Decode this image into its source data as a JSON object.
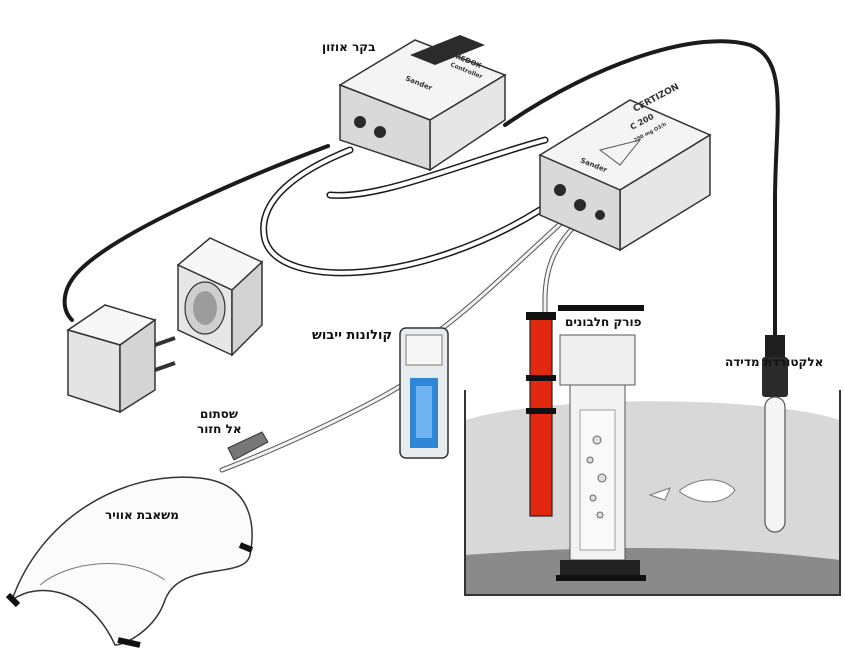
{
  "labels": {
    "ozone_controller": "בקר אוזון",
    "electrode": "אלקטורדת מדידה",
    "skimmer": "פורק חלבונים",
    "drying_column": "קולונות ייבוש",
    "check_valve_line1": "שסתום",
    "check_valve_line2": "אל חזור",
    "air_pump": "משאבת אוויר"
  },
  "device_text": {
    "redox_brand": "REDOX",
    "redox_sub": "Controller",
    "sander": "Sander",
    "certizon": "CERTIZON",
    "model": "C 200",
    "model_sub": "200 mg O3/h"
  },
  "colors": {
    "red_column": "#e0290f",
    "drying_blue": "#2f86d8",
    "water": "#cfcfcf",
    "sand": "#8a8a8a"
  }
}
